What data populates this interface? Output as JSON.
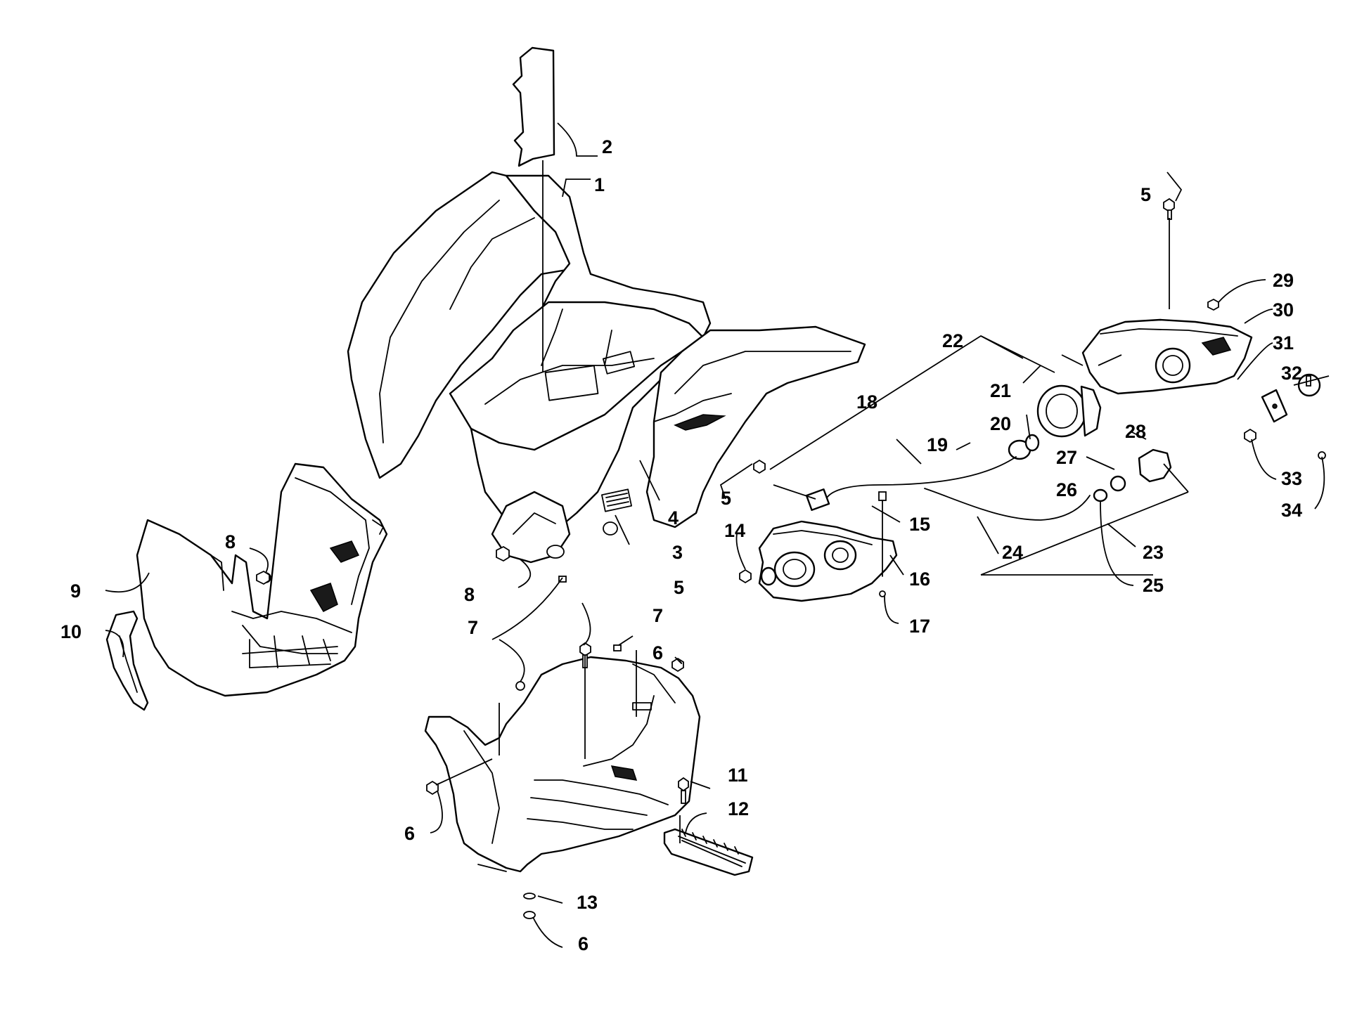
{
  "diagram": {
    "callouts": [
      {
        "key": "c1",
        "label": "1"
      },
      {
        "key": "c2",
        "label": "2"
      },
      {
        "key": "c3",
        "label": "3"
      },
      {
        "key": "c4",
        "label": "4"
      },
      {
        "key": "c5a",
        "label": "5"
      },
      {
        "key": "c5b",
        "label": "5"
      },
      {
        "key": "c5c",
        "label": "5"
      },
      {
        "key": "c6a",
        "label": "6"
      },
      {
        "key": "c6b",
        "label": "6"
      },
      {
        "key": "c6c",
        "label": "6"
      },
      {
        "key": "c7a",
        "label": "7"
      },
      {
        "key": "c7b",
        "label": "7"
      },
      {
        "key": "c8a",
        "label": "8"
      },
      {
        "key": "c8b",
        "label": "8"
      },
      {
        "key": "c9",
        "label": "9"
      },
      {
        "key": "c10",
        "label": "10"
      },
      {
        "key": "c11",
        "label": "11"
      },
      {
        "key": "c12",
        "label": "12"
      },
      {
        "key": "c13",
        "label": "13"
      },
      {
        "key": "c14",
        "label": "14"
      },
      {
        "key": "c15",
        "label": "15"
      },
      {
        "key": "c16",
        "label": "16"
      },
      {
        "key": "c17",
        "label": "17"
      },
      {
        "key": "c18",
        "label": "18"
      },
      {
        "key": "c19",
        "label": "19"
      },
      {
        "key": "c20",
        "label": "20"
      },
      {
        "key": "c21",
        "label": "21"
      },
      {
        "key": "c22",
        "label": "22"
      },
      {
        "key": "c23",
        "label": "23"
      },
      {
        "key": "c24",
        "label": "24"
      },
      {
        "key": "c25",
        "label": "25"
      },
      {
        "key": "c26",
        "label": "26"
      },
      {
        "key": "c27",
        "label": "27"
      },
      {
        "key": "c28",
        "label": "28"
      },
      {
        "key": "c29",
        "label": "29"
      },
      {
        "key": "c30",
        "label": "30"
      },
      {
        "key": "c31",
        "label": "31"
      },
      {
        "key": "c32",
        "label": "32"
      },
      {
        "key": "c33",
        "label": "33"
      },
      {
        "key": "c34",
        "label": "34"
      }
    ]
  }
}
